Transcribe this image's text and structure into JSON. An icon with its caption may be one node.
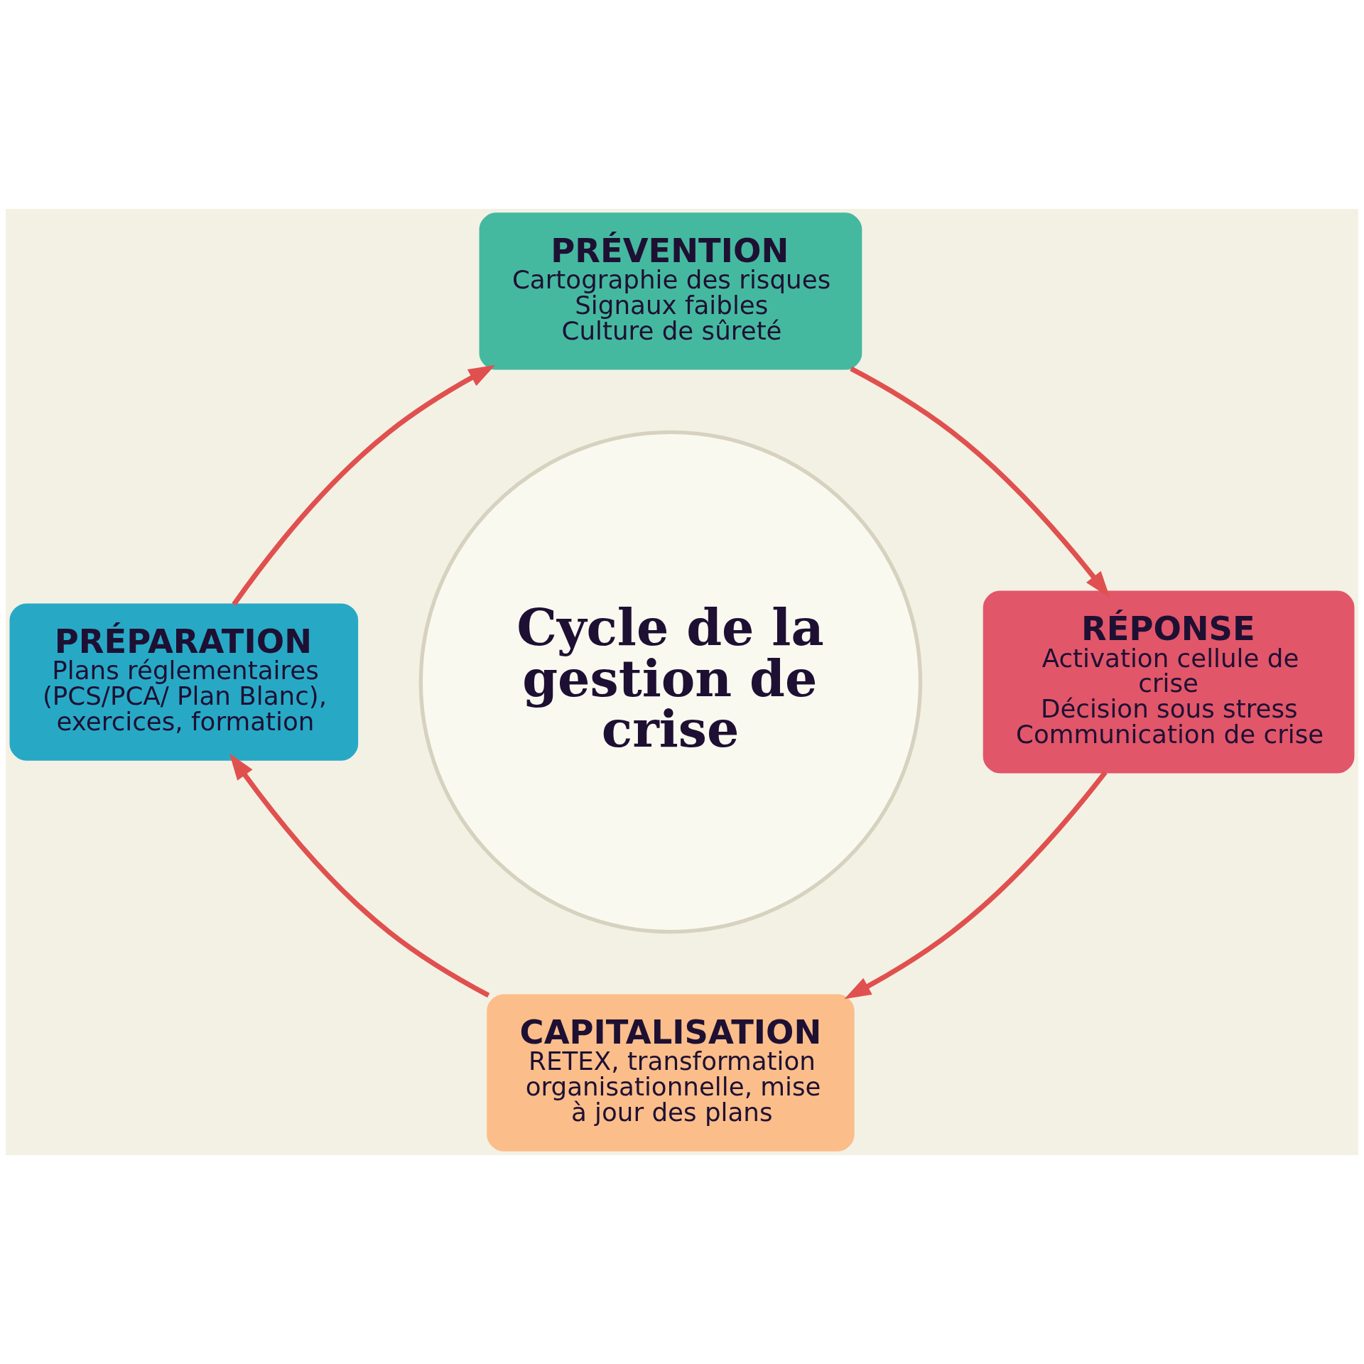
{
  "diagram": {
    "nodes": [
      {
        "text": [
          "PRÉVENTION",
          "Cartographie des risques",
          "Signaux faibles",
          "Culture de sûreté"
        ]
      },
      {
        "text": [
          "PRÉPARATION",
          "Plans réglementaires (PCS/PCA/ Plan Blanc), exercices, formation"
        ]
      },
      {
        "text": [
          "Cycle de la gestion de crise"
        ]
      },
      {
        "text": [
          "RÉPONSE",
          "Activation cellule de crise",
          "Décision sous stress",
          "Communication de crise"
        ]
      },
      {
        "text": [
          "CAPITALISATION",
          "RETEX, transformation organisationnelle, mise à jour des plans"
        ]
      }
    ],
    "edges": [
      {
        "from": 1,
        "to": 0,
        "arrow": "to"
      },
      {
        "from": 0,
        "to": 3,
        "arrow": "to"
      },
      {
        "from": 3,
        "to": 4,
        "arrow": "to"
      },
      {
        "from": 4,
        "to": 1,
        "arrow": "to"
      }
    ]
  }
}
